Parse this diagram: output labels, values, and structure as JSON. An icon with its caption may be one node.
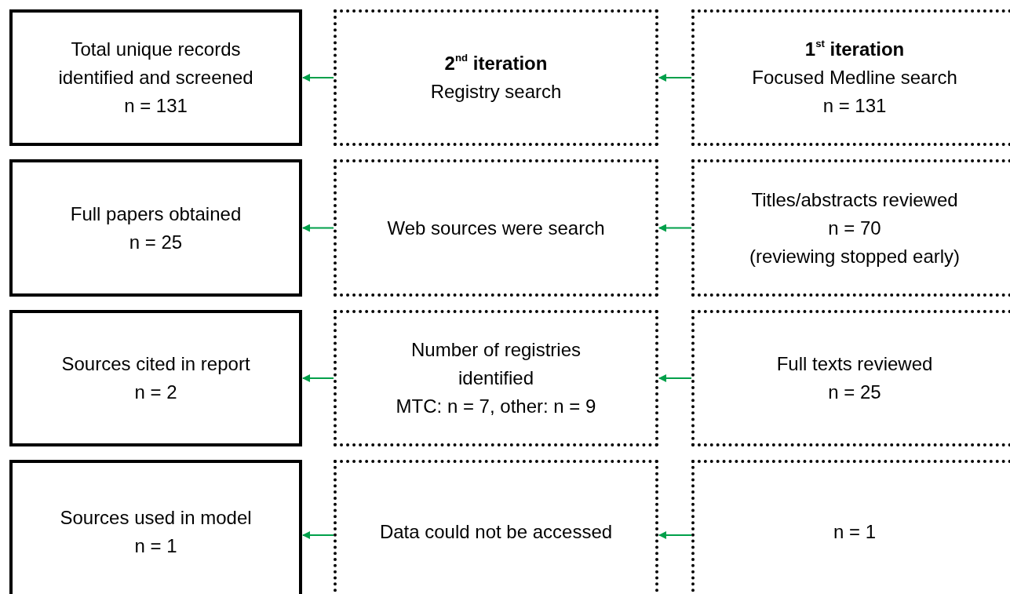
{
  "diagram": {
    "nodes": [
      {
        "text": [
          "Total unique records identified and screened",
          "n = 131"
        ]
      },
      {
        "text": [
          "2$^{nd}$ iteration",
          "Registry search"
        ]
      },
      {
        "text": [
          "1$^{st}$ iteration",
          "Focused Medline search",
          "n = 131"
        ]
      },
      {
        "text": [
          "Full papers obtained",
          "n = 25"
        ]
      },
      {
        "text": [
          "Web sources were search"
        ]
      },
      {
        "text": [
          "Titles/abstracts reviewed",
          "n = 70",
          "(reviewing stopped early)"
        ]
      },
      {
        "text": [
          "Sources cited in report",
          "n = 2"
        ]
      },
      {
        "text": [
          "Number of registries identified",
          "MTC: n = 7, other: n = 9"
        ]
      },
      {
        "text": [
          "Full texts reviewed",
          "n = 25"
        ]
      },
      {
        "text": [
          "Sources used in model",
          "n = 1"
        ]
      },
      {
        "text": [
          "Data could not be accessed"
        ]
      },
      {
        "text": [
          "n = 1"
        ]
      }
    ],
    "edges": [
      {
        "from": 1,
        "to": 0,
        "arrow": "to"
      },
      {
        "from": 2,
        "to": 1,
        "arrow": "to"
      },
      {
        "from": 4,
        "to": 3,
        "arrow": "to"
      },
      {
        "from": 5,
        "to": 4,
        "arrow": "to"
      },
      {
        "from": 7,
        "to": 6,
        "arrow": "to"
      },
      {
        "from": 8,
        "to": 7,
        "arrow": "to"
      },
      {
        "from": 10,
        "to": 9,
        "arrow": "to"
      },
      {
        "from": 11,
        "to": 10,
        "arrow": "to"
      }
    ]
  }
}
